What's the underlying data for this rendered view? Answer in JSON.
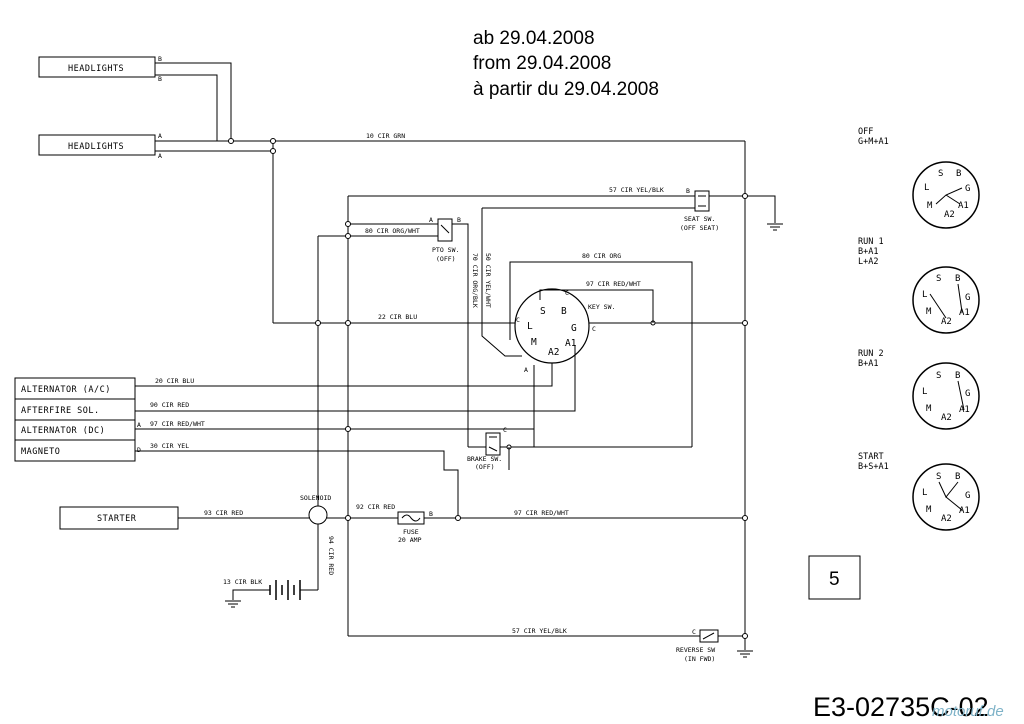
{
  "date_text": {
    "german": "ab 29.04.2008",
    "english": "from 29.04.2008",
    "french": "à partir du 29.04.2008"
  },
  "components": {
    "headlights_top": "HEADLIGHTS",
    "headlights_bottom": "HEADLIGHTS",
    "alternator_ac": "ALTERNATOR (A/C)",
    "afterfire_sol": "AFTERFIRE SOL.",
    "alternator_dc": "ALTERNATOR (DC)",
    "magneto": "MAGNETO",
    "starter": "STARTER",
    "solenoid": "SOLENOID",
    "fuse": "FUSE",
    "fuse_rating": "20 AMP",
    "pto_switch": "PTO SW.",
    "pto_state": "(OFF)",
    "seat_switch": "SEAT SW.",
    "seat_state": "(OFF SEAT)",
    "brake_switch": "BRAKE SW.",
    "brake_state": "(OFF)",
    "key_switch": "KEY SW.",
    "reverse_switch": "REVERSE SW",
    "reverse_state": "(IN FWD)"
  },
  "wires": {
    "w10": "10 CIR GRN",
    "w57_top": "57 CIR YEL/BLK",
    "w80_pto": "80 CIR ORG/WHT",
    "w80_org": "80 CIR ORG",
    "w97_key": "97 CIR RED/WHT",
    "w22": "22 CIR BLU",
    "w70": "70 CIR ORG/BLK",
    "w50": "50 CIR YEL/WHT",
    "w20": "20 CIR BLU",
    "w90": "90 CIR RED",
    "w97_alt": "97 CIR RED/WHT",
    "w30": "30 CIR YEL",
    "w93": "93 CIR RED",
    "w92": "92 CIR RED",
    "w97_fuse": "97 CIR RED/WHT",
    "w94": "94 CIR RED",
    "w13": "13 CIR BLK",
    "w57_bottom": "57 CIR YEL/BLK"
  },
  "terminals": {
    "b": "B",
    "a": "A",
    "c": "C",
    "d": "D"
  },
  "key_terminals": {
    "s": "S",
    "b": "B",
    "l": "L",
    "g": "G",
    "m": "M",
    "a1": "A1",
    "a2": "A2"
  },
  "key_positions": [
    {
      "name": "OFF",
      "detail": "G+M+A1"
    },
    {
      "name": "RUN 1",
      "detail": "B+A1",
      "detail2": "L+A2"
    },
    {
      "name": "RUN 2",
      "detail": "B+A1"
    },
    {
      "name": "START",
      "detail": "B+S+A1"
    }
  ],
  "page_number": "5",
  "drawing_code": "E3-02735C-02",
  "watermark": "motoruf.de"
}
